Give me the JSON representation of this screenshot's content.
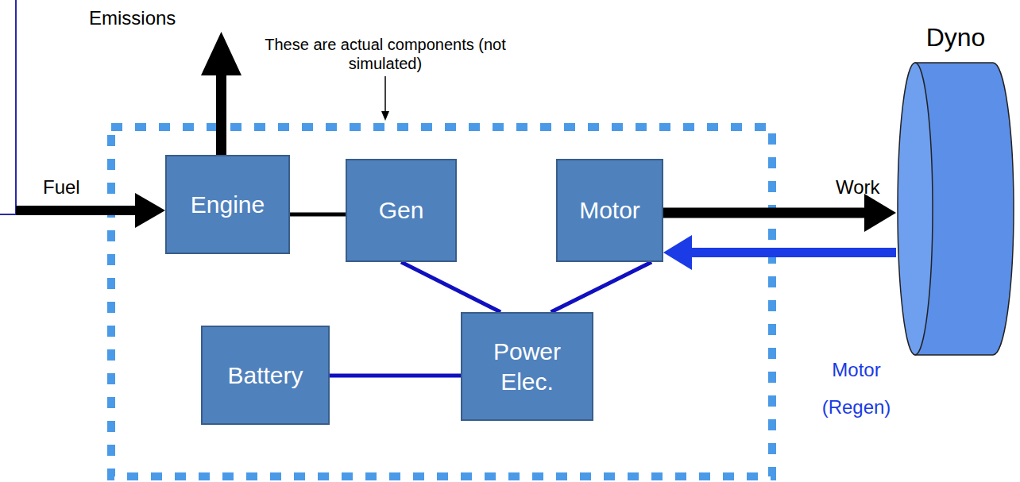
{
  "diagram": {
    "nodes": [
      {
        "text": [
          "Engine"
        ]
      },
      {
        "text": [
          "Gen"
        ]
      },
      {
        "text": [
          "Motor"
        ]
      },
      {
        "text": [
          "Battery"
        ]
      },
      {
        "text": [
          "Power Elec."
        ]
      },
      {
        "text": [
          "Dyno"
        ]
      }
    ],
    "edges": [
      {
        "from": 0,
        "to": 1,
        "arrow": "none"
      },
      {
        "from": 1,
        "to": 4,
        "arrow": "none"
      },
      {
        "from": 2,
        "to": 4,
        "arrow": "none"
      },
      {
        "from": 3,
        "to": 4,
        "arrow": "none"
      },
      {
        "from": 2,
        "to": 5,
        "label": "Work",
        "arrow": "to"
      },
      {
        "from": 5,
        "to": 2,
        "label": "Motor (Regen)",
        "arrow": "to"
      }
    ],
    "labels": [
      "Emissions",
      "These are actual components (not simulated)",
      "Fuel"
    ]
  }
}
